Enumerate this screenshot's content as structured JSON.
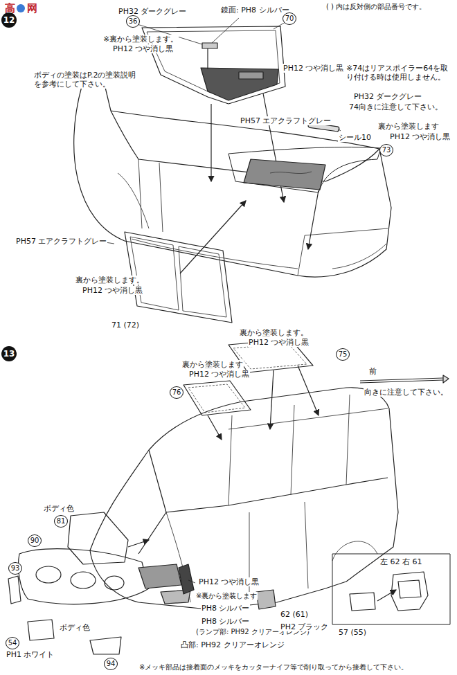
{
  "diagram": {
    "labels": [
      "高",
      "网",
      "12",
      "PH32 ダークグレー",
      "36",
      "鏡面: PH8 シルバー",
      "70",
      "( ) 内は反対側の部品番号です。",
      "※裏から塗装します。",
      "PH12 つや消し黒",
      "PH12 つや消し黒",
      "ボディの塗装はP.2の塗装説明を参考にして下さい。",
      "※74はリアスポイラー64を取り付ける時は使用しません。",
      "PH32 ダークグレー",
      "74向きに注意して下さい。",
      "PH57 エアクラフトグレー",
      "シール10",
      "裏から塗装します",
      "PH12 つや消し黒",
      "73",
      "PH57 エアクラフトグレー",
      "裏から塗装します。",
      "PH12 つや消し黒",
      "71 (72)",
      "13",
      "裏から塗装します。",
      "PH12 つや消し黒",
      "裏から塗装します",
      "PH12 つや消し黒",
      "75",
      "76",
      "前",
      "向きに注意して下さい。",
      "ボディ色",
      "81",
      "90",
      "93",
      "PH12 つや消し黒",
      "※裏から塗装します",
      "PH8 シルバー",
      "PH8 シルバー",
      "(ランプ部: PH92 クリアーオレンジ)",
      "凸部: PH92 クリアーオレンジ",
      "ボディ色",
      "54",
      "PH1 ホワイト",
      "94",
      "62 (61)",
      "PH2 ブラック",
      "左 62 右 61",
      "57 (55)",
      "※メッキ部品は接着面のメッキをカッターナイフ等で削り取ってから接着して下さい。"
    ]
  }
}
